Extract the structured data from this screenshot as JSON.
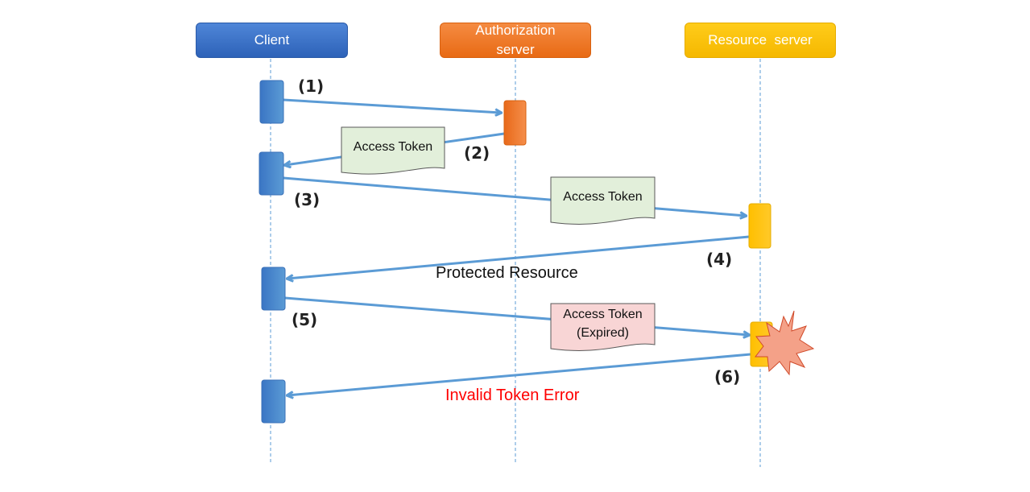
{
  "actors": {
    "client": "Client",
    "auth_line1": "Authorization",
    "auth_line2": "server",
    "resource": "Resource  server"
  },
  "steps": [
    "(1)",
    "(2)",
    "(3)",
    "(4)",
    "(5)",
    "(6)"
  ],
  "documents": {
    "token_1": "Access Token",
    "token_2": "Access Token",
    "token_3_line1": "Access Token",
    "token_3_line2": "(Expired)"
  },
  "messages": {
    "protected_resource": "Protected Resource",
    "invalid_token_error": "Invalid Token Error"
  },
  "colors": {
    "client": "#3b74c9",
    "auth": "#ed7625",
    "resource": "#ffc000",
    "arrow": "#5b9bd5",
    "doc_green": "#e2efda",
    "doc_pink": "#f8d5d5",
    "error_text": "#ff0000",
    "burst": "#f4a188"
  }
}
